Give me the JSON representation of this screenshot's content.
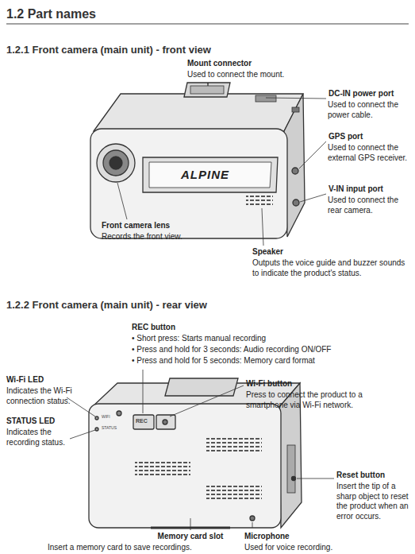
{
  "diagram": {
    "title": "1.2 Part names",
    "labels": [
      "1.2.1 Front camera (main unit) - front view",
      "Mount connector",
      "Used to connect the mount.",
      "DC-IN power port",
      "Used to connect the power cable.",
      "GPS port",
      "Used to connect the external GPS receiver.",
      "V-IN input port",
      "Used to connect the rear camera.",
      "Front camera lens",
      "Records the front view.",
      "Speaker",
      "Outputs the voice guide and buzzer sounds to indicate the product's status.",
      "1.2.2 Front camera (main unit) - rear view",
      "REC button",
      "• Short press: Starts manual recording",
      "• Press and hold for 3 seconds: Audio recording ON/OFF",
      "• Press and hold for 5 seconds: Memory card format",
      "Wi-Fi LED",
      "Indicates the Wi-Fi connection status.",
      "STATUS LED",
      "Indicates the recording status.",
      "Wi-Fi button",
      "Press to connect the product to a smartphone via Wi-Fi network.",
      "Reset button",
      "Insert the tip of a sharp object to reset the product when an error occurs.",
      "Memory card slot",
      "Insert a memory card to save recordings.",
      "Microphone",
      "Used for voice recording.",
      "ALPINE",
      "REC",
      "WIFI",
      "STATUS"
    ]
  }
}
